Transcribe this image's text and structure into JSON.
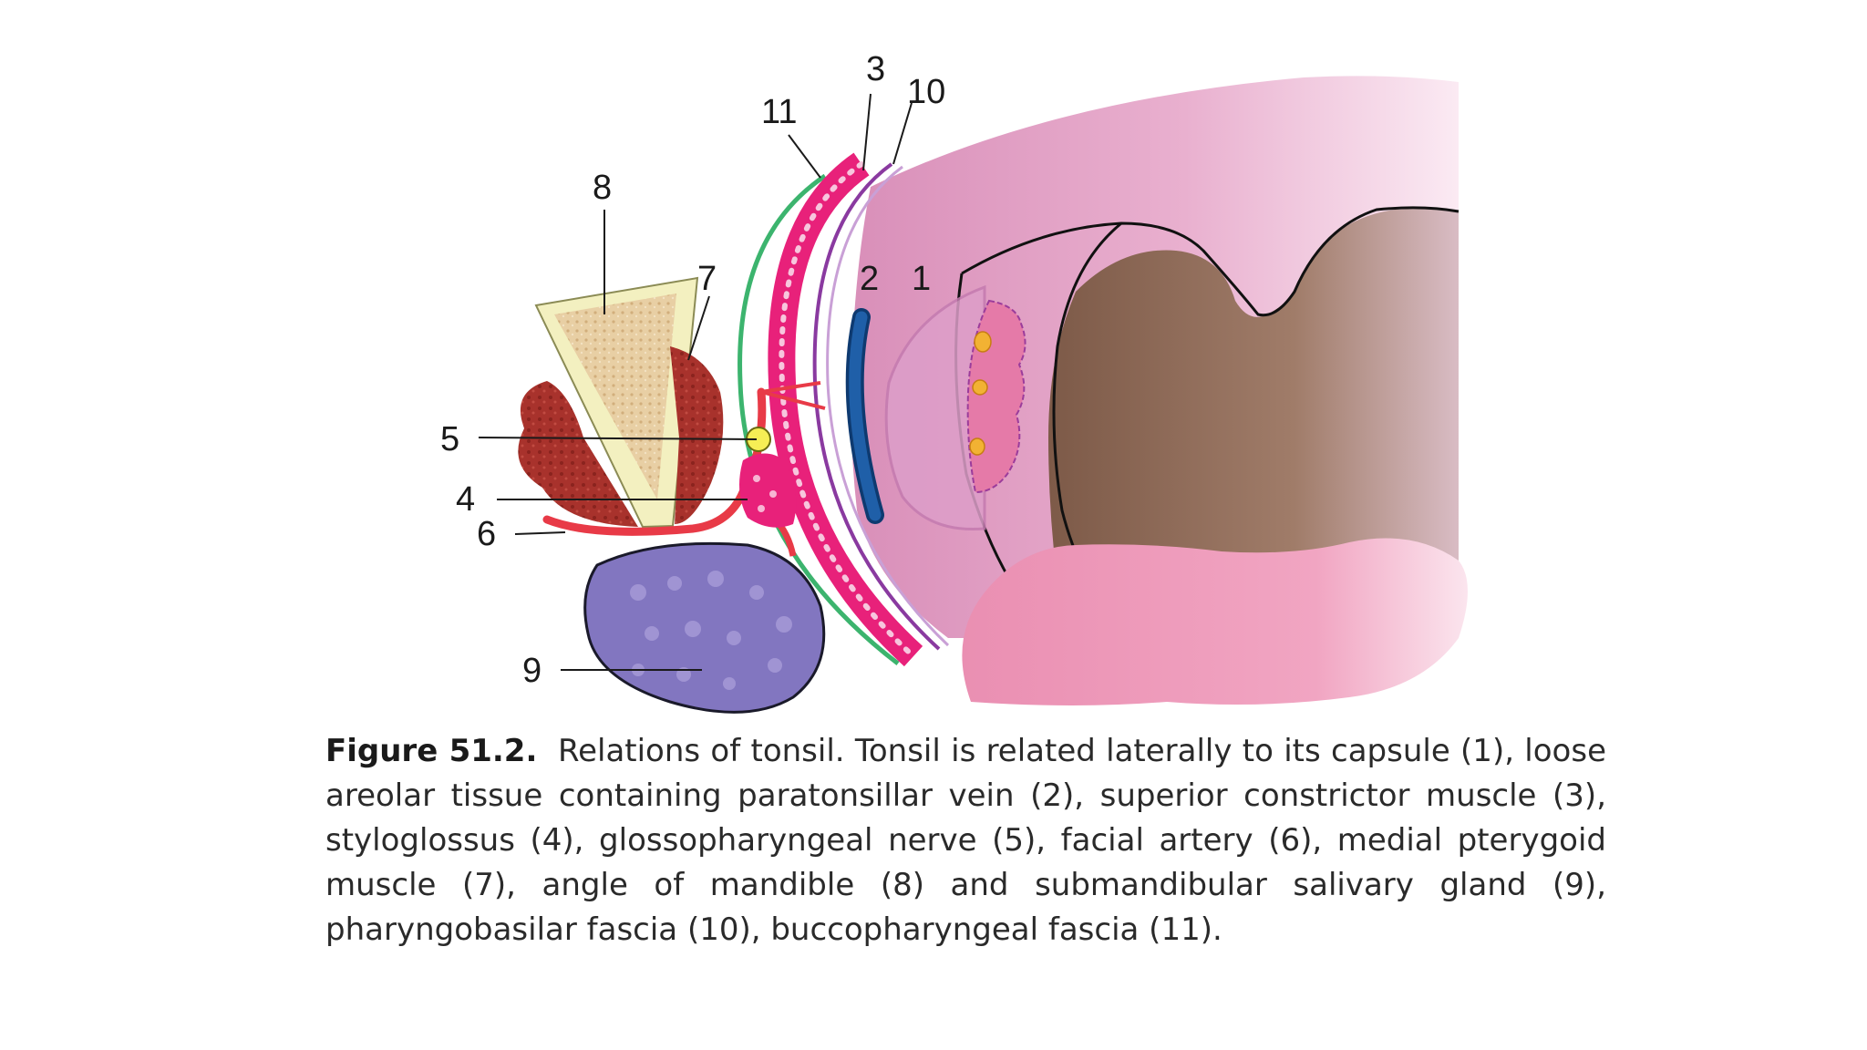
{
  "labels": {
    "l1": "1",
    "l2": "2",
    "l3": "3",
    "l4": "4",
    "l5": "5",
    "l6": "6",
    "l7": "7",
    "l8": "8",
    "l9": "9",
    "l10": "10",
    "l11": "11"
  },
  "caption": {
    "figure_number": "Figure 51.2.",
    "text": "Relations of tonsil. Tonsil is related laterally to its capsule (1), loose areolar tissue containing paratonsillar vein (2), superior constrictor muscle (3), styloglossus (4), glossopharyngeal nerve (5), facial artery (6), medial pterygoid muscle (7), angle of mandible (8) and submandibular salivary gland (9), pharyngobasilar fascia (10), buccopharyngeal fascia (11)."
  },
  "colors": {
    "pharynx": "#e6a2c6",
    "pharynx_light": "#f5d7e6",
    "oral_cavity": "#8e6553",
    "tongue": "#ee92b4",
    "constrictor": "#e8217a",
    "fascia_green": "#3cb46e",
    "fascia_purple": "#8a3aa0",
    "vein": "#1f5fa8",
    "artery": "#e83a47",
    "pterygoid": "#a8322c",
    "mandible_outer": "#f3f0c0",
    "mandible_inner": "#e6cda2",
    "submandibular": "#8276c0",
    "nerve": "#f6ee55",
    "tonsil_capsule": "#d79ac8",
    "tonsil": "#e57aa8",
    "tonsil_crypt": "#f2b233"
  }
}
